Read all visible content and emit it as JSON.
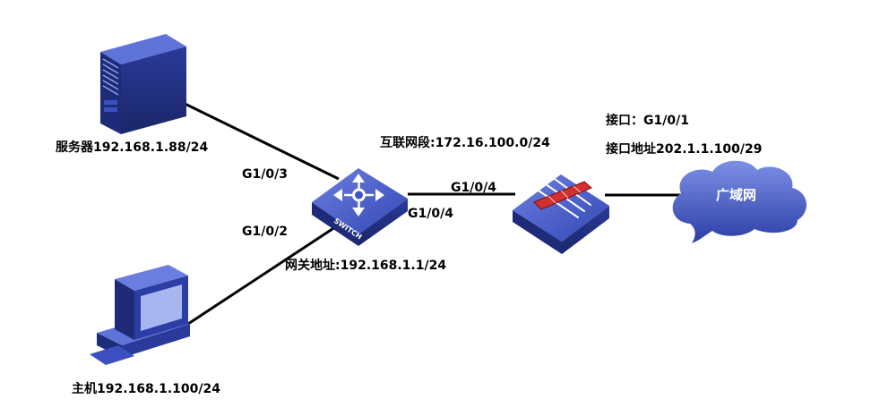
{
  "nodes": {
    "server": {
      "label": "服务器192.168.1.88/24",
      "icon": "server-tower-icon"
    },
    "host": {
      "label": "主机192.168.1.100/24",
      "icon": "desktop-computer-icon"
    },
    "switch": {
      "text": "SWITCH",
      "icon": "layer3-switch-icon",
      "gateway_label": "网关地址:192.168.1.1/24"
    },
    "firewall": {
      "icon": "firewall-icon",
      "interface_label": "接口：G1/0/1",
      "interface_address_label": "接口地址202.1.1.100/29"
    },
    "wan": {
      "label": "广域网",
      "icon": "cloud-icon"
    }
  },
  "links": {
    "server_switch_port": "G1/0/3",
    "host_switch_port": "G1/0/2",
    "switch_firewall": {
      "switch_port": "G1/0/4",
      "firewall_port": "G1/0/4",
      "segment_label": "互联网段:172.16.100.0/24"
    }
  },
  "colors": {
    "device_blue": "#2a3d9e",
    "device_blue_light": "#5b6fd6",
    "device_blue_dark": "#1c2a70",
    "firewall_red": "#d32f2f",
    "line": "#000000"
  }
}
